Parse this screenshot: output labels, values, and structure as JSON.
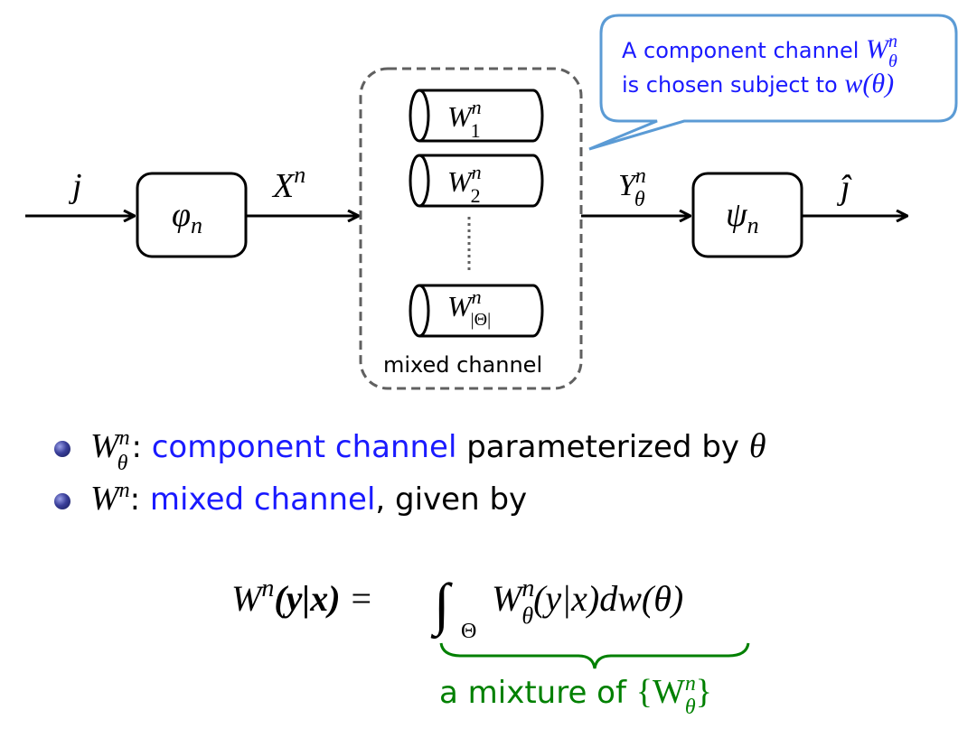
{
  "diagram": {
    "input_label": "j",
    "encoder_label": "φ",
    "encoder_sub": "n",
    "encoder_output": "X",
    "encoder_output_sup": "n",
    "channels": [
      {
        "base": "W",
        "sup": "n",
        "sub": "1"
      },
      {
        "base": "W",
        "sup": "n",
        "sub": "2"
      },
      {
        "base": "W",
        "sup": "n",
        "sub": "|Θ|"
      }
    ],
    "mixed_channel_label": "mixed channel",
    "channel_output": "Y",
    "channel_output_sup": "n",
    "channel_output_sub": "θ",
    "decoder_label": "ψ",
    "decoder_sub": "n",
    "output_label": "ĵ",
    "callout": {
      "line1_text": "A component channel ",
      "line2_text": "is chosen subject to ",
      "math1_base": "W",
      "math1_sup": "n",
      "math1_sub": "θ",
      "math2": "w(θ)"
    }
  },
  "bullets": [
    {
      "sym": "W",
      "sup": "n",
      "sub": "θ",
      "colon": ": ",
      "highlight": "component channel",
      "rest": " parameterized by ",
      "tail_math": "θ"
    },
    {
      "sym": "W",
      "sup": "n",
      "sub": "",
      "colon": ": ",
      "highlight": "mixed channel",
      "rest": ", given by",
      "tail_math": ""
    }
  ],
  "equation": {
    "lhs": "W",
    "lhs_sup": "n",
    "lhs_args": "(y|x)",
    "equals": "=",
    "integral": "∫",
    "integral_sub": "Θ",
    "integrand": "W",
    "integrand_sup": "n",
    "integrand_sub": "θ",
    "integrand_args": "(y|x)dw(θ)",
    "brace_label_text": "a mixture of ",
    "brace_label_math": "{W",
    "brace_label_sup": "n",
    "brace_label_sub": "θ",
    "brace_label_close": "}"
  },
  "colors": {
    "blue_text": "#1a1aff",
    "green_text": "#008000",
    "callout_border": "#5b9bd5",
    "dashed_border": "#606060"
  }
}
